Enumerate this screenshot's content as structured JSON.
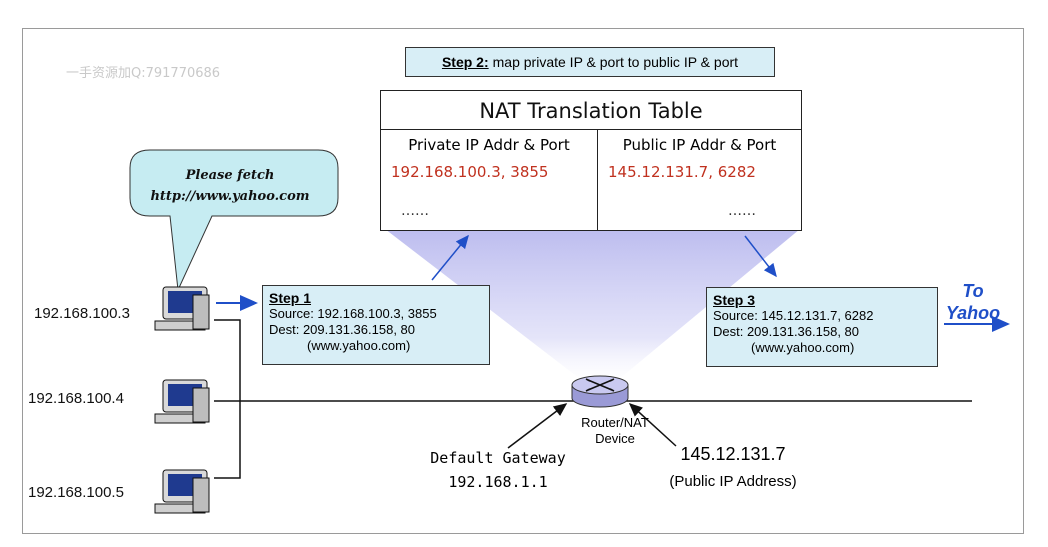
{
  "watermark": "一手资源加Q:791770686",
  "step2": {
    "label": "Step 2:",
    "text": "map private IP & port to public IP & port"
  },
  "nat_table": {
    "title": "NAT Translation Table",
    "col1_header": "Private IP Addr & Port",
    "col2_header": "Public IP Addr & Port",
    "row1_private": "192.168.100.3, 3855",
    "row1_public": "145.12.131.7, 6282",
    "row2_private": "……",
    "row2_public": "……"
  },
  "bubble": {
    "line1": "Please fetch",
    "line2": "http://www.yahoo.com"
  },
  "hosts": [
    {
      "ip": "192.168.100.3"
    },
    {
      "ip": "192.168.100.4"
    },
    {
      "ip": "192.168.100.5"
    }
  ],
  "step1": {
    "label": "Step 1",
    "source": "Source: 192.168.100.3, 3855",
    "dest": "Dest: 209.131.36.158, 80",
    "host": "(www.yahoo.com)"
  },
  "step3": {
    "label": "Step 3",
    "source": "Source: 145.12.131.7, 6282",
    "dest": "Dest: 209.131.36.158, 80",
    "host": "(www.yahoo.com)"
  },
  "to_yahoo": {
    "line1": "To",
    "line2": "Yahoo"
  },
  "router": {
    "line1": "Router/NAT",
    "line2": "Device"
  },
  "gateway": {
    "line1": "Default Gateway",
    "line2": "192.168.1.1"
  },
  "public_ip": {
    "ip": "145.12.131.7",
    "label": "(Public IP Address)"
  },
  "colors": {
    "box_fill": "#d8eef6",
    "nat_red": "#c0311f",
    "arrow_blue": "#1f4fc8",
    "beam": "#c8c8f0",
    "bubble": "#c6ecf2"
  }
}
